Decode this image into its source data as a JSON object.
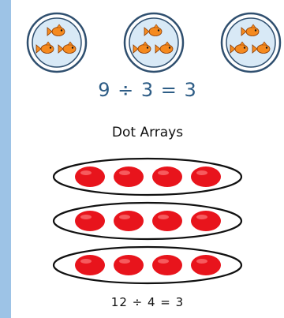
{
  "equations": {
    "plates": "9 ÷ 3 = 3",
    "arrays": "12 ÷ 4 = 3"
  },
  "heading": "Dot Arrays",
  "plates": {
    "count": 3,
    "fish_per_plate": 3
  },
  "arrays": {
    "rows": 3,
    "dots_per_row": 4
  },
  "colors": {
    "plate_fill": "#d8e9f6",
    "plate_stroke": "#2f4f6f",
    "fish": "#f58a1f",
    "dot": "#e8141c",
    "equation_blue": "#2e5d86",
    "side_background": "#9dc3e6"
  },
  "icons": {
    "fish": "fish-icon",
    "plate": "plate-circle",
    "dot": "dot-circle"
  }
}
